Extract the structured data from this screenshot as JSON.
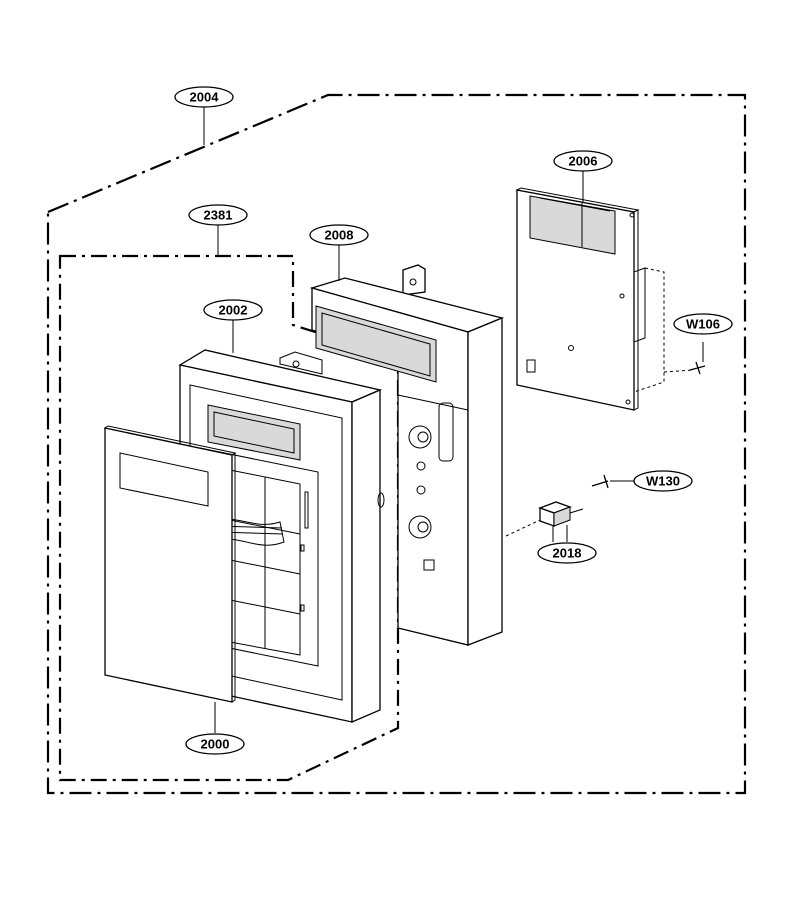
{
  "callouts": {
    "c2004": "2004",
    "c2381": "2381",
    "c2008": "2008",
    "c2002": "2002",
    "c2006": "2006",
    "cW106": "W106",
    "cW130": "W130",
    "c2018": "2018",
    "c2000": "2000"
  }
}
